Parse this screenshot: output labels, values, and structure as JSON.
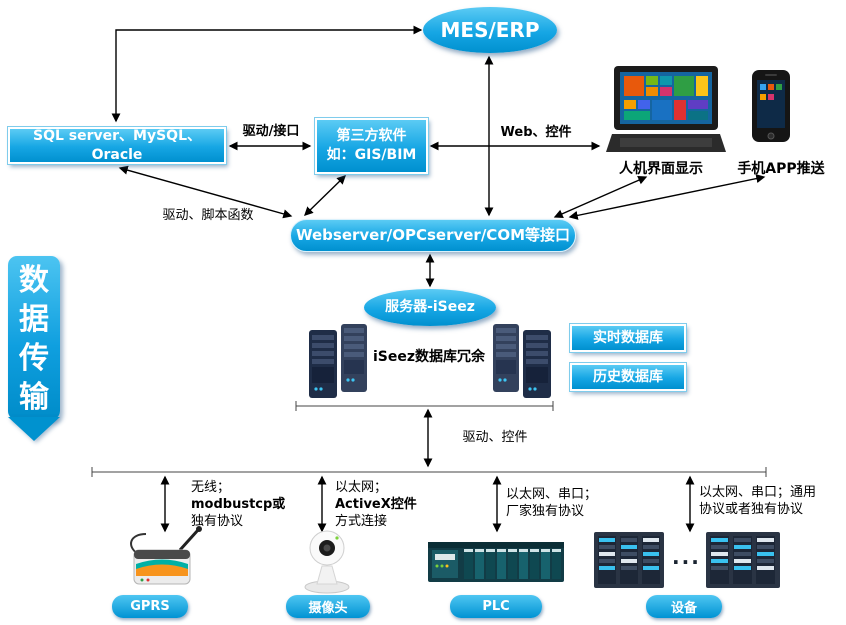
{
  "colors": {
    "accent_blue": "#00a0e0",
    "arrow_black": "#000000"
  },
  "banner": {
    "text": "数据传输"
  },
  "nodes": {
    "mes": "MES/ERP",
    "sql": "SQL server、MySQL、Oracle",
    "third_party_line1": "第三方软件",
    "third_party_line2": "如：GIS/BIM",
    "webserver": "Webserver/OPCserver/COM等接口",
    "server": "服务器-iSeez",
    "db_redundancy": "iSeez数据库冗余",
    "realtime_db": "实时数据库",
    "history_db": "历史数据库",
    "hmi": "人机界面显示",
    "phone_app": "手机APP推送",
    "ellipsis": "..."
  },
  "edges": {
    "drive_interface": "驱动/接口",
    "web_controls": "Web、控件",
    "drive_script": "驱动、脚本函数",
    "drive_controls": "驱动、控件"
  },
  "links": {
    "gprs": [
      "无线；",
      "modbustcp或",
      "独有协议"
    ],
    "camera": [
      "以太网；",
      "ActiveX控件",
      "方式连接"
    ],
    "plc": [
      "以太网、串口；",
      "厂家独有协议"
    ],
    "device": [
      "以太网、串口；通用",
      "协议或者独有协议"
    ]
  },
  "devices": {
    "gprs": "GPRS",
    "camera": "摄像头",
    "plc": "PLC",
    "device": "设备"
  }
}
